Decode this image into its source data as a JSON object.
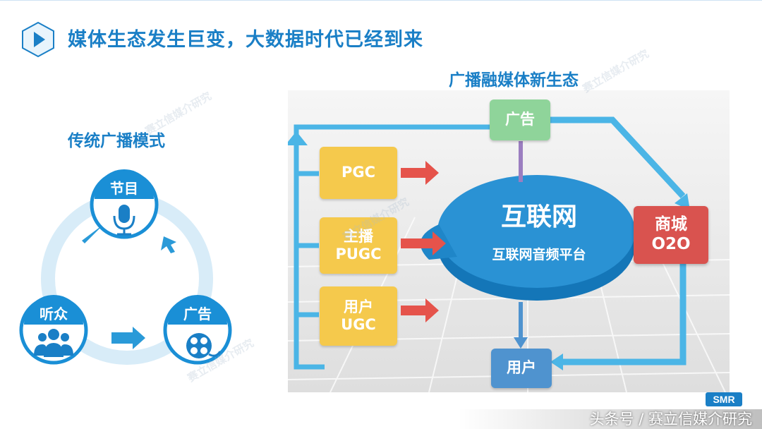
{
  "slide": {
    "title": "媒体生态发生巨变，大数据时代已经到来",
    "accent_color": "#1a7fc6"
  },
  "left_diagram": {
    "title": "传统广播模式",
    "nodes": [
      {
        "label": "节目",
        "icon": "microphone-icon"
      },
      {
        "label": "听众",
        "icon": "audience-icon"
      },
      {
        "label": "广告",
        "icon": "film-reel-icon"
      }
    ]
  },
  "right_diagram": {
    "title": "广播融媒体新生态",
    "hub": {
      "title": "互联网",
      "subtitle": "互联网音频平台"
    },
    "sources": [
      {
        "label": "PGC"
      },
      {
        "label": "主播\nPUGC"
      },
      {
        "label": "用户\nUGC"
      }
    ],
    "ad": {
      "label": "广告"
    },
    "mall": {
      "label": "商城\nO2O"
    },
    "user": {
      "label": "用户"
    },
    "colors": {
      "source": "#f5c94c",
      "ad": "#8fd49a",
      "mall": "#d9534f",
      "user": "#4f93cf"
    }
  },
  "footer": {
    "attribution": "头条号 / 赛立信媒介研究",
    "logo_text": "SMR"
  },
  "watermark": {
    "text": "赛立信媒介研究"
  }
}
